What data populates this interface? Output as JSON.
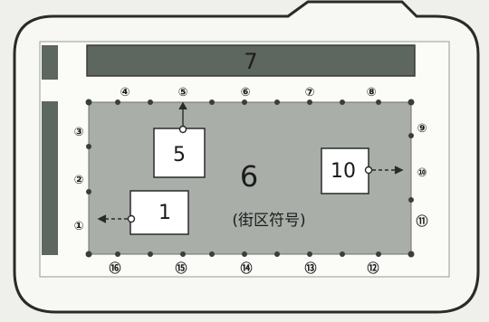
{
  "block_name": "7",
  "main_block": {
    "number": "6",
    "caption": "(街区符号)"
  },
  "boxes": [
    {
      "id": "box-5",
      "label": "5"
    },
    {
      "id": "box-1",
      "label": "1"
    },
    {
      "id": "box-10",
      "label": "10"
    }
  ],
  "markers": [
    "①",
    "②",
    "③",
    "④",
    "⑤",
    "⑥",
    "⑦",
    "⑧",
    "⑨",
    "⑩",
    "⑪",
    "⑫",
    "⑬",
    "⑭",
    "⑮",
    "⑯"
  ],
  "colors": {
    "background": "#efefec",
    "bubble_fill": "#f7f7f4",
    "outline": "#2a2a2a",
    "dark_strip": "#5e6660",
    "main_block": "#a9aea9",
    "white_box": "#ffffff"
  }
}
